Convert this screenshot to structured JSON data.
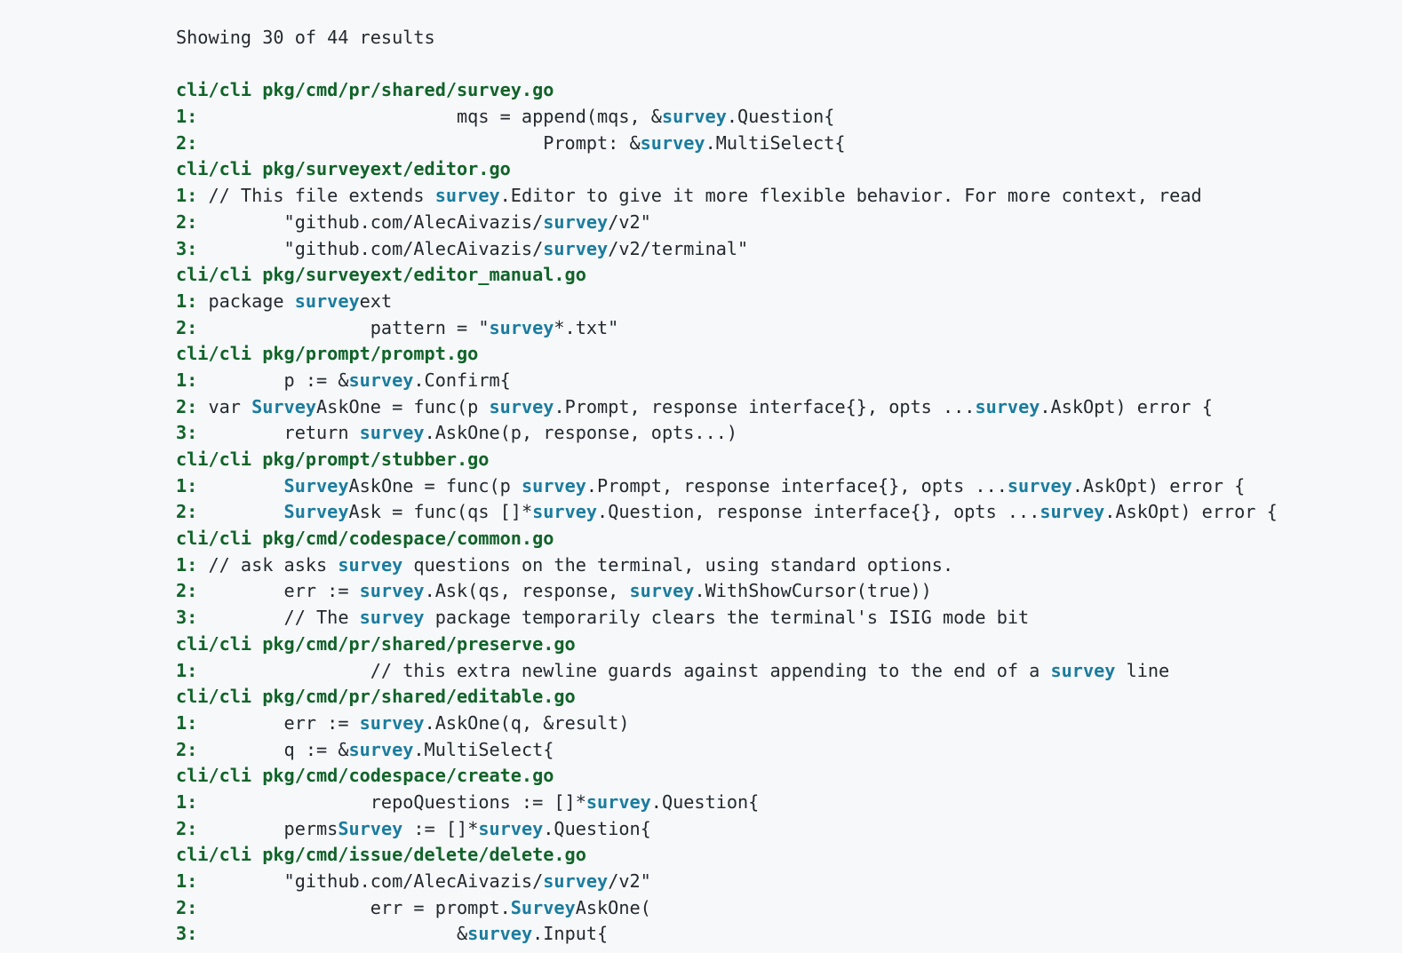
{
  "summary": "Showing 30 of 44 results",
  "colors": {
    "background": "#f6f8fa",
    "file_path": "#116329",
    "line_number": "#116329",
    "highlight": "#1b7c9e",
    "text": "#24292f"
  },
  "results": [
    {
      "path": "cli/cli pkg/cmd/pr/shared/survey.go",
      "lines": [
        {
          "num": "1:",
          "segs": [
            [
              "\t\t\tmqs = append(mqs, &",
              0
            ],
            [
              "survey",
              1
            ],
            [
              ".Question{",
              0
            ]
          ]
        },
        {
          "num": "2:",
          "segs": [
            [
              "\t\t\t\tPrompt: &",
              0
            ],
            [
              "survey",
              1
            ],
            [
              ".MultiSelect{",
              0
            ]
          ]
        }
      ]
    },
    {
      "path": "cli/cli pkg/surveyext/editor.go",
      "lines": [
        {
          "num": "1:",
          "segs": [
            [
              " // This file extends ",
              0
            ],
            [
              "survey",
              1
            ],
            [
              ".Editor to give it more flexible behavior. For more context, read",
              0
            ]
          ]
        },
        {
          "num": "2:",
          "segs": [
            [
              "\t\"github.com/AlecAivazis/",
              0
            ],
            [
              "survey",
              1
            ],
            [
              "/v2\"",
              0
            ]
          ]
        },
        {
          "num": "3:",
          "segs": [
            [
              "\t\"github.com/AlecAivazis/",
              0
            ],
            [
              "survey",
              1
            ],
            [
              "/v2/terminal\"",
              0
            ]
          ]
        }
      ]
    },
    {
      "path": "cli/cli pkg/surveyext/editor_manual.go",
      "lines": [
        {
          "num": "1:",
          "segs": [
            [
              " package ",
              0
            ],
            [
              "survey",
              1
            ],
            [
              "ext",
              0
            ]
          ]
        },
        {
          "num": "2:",
          "segs": [
            [
              "\t\tpattern = \"",
              0
            ],
            [
              "survey",
              1
            ],
            [
              "*.txt\"",
              0
            ]
          ]
        }
      ]
    },
    {
      "path": "cli/cli pkg/prompt/prompt.go",
      "lines": [
        {
          "num": "1:",
          "segs": [
            [
              "\tp := &",
              0
            ],
            [
              "survey",
              1
            ],
            [
              ".Confirm{",
              0
            ]
          ]
        },
        {
          "num": "2:",
          "segs": [
            [
              " var ",
              0
            ],
            [
              "Survey",
              1
            ],
            [
              "AskOne = func(p ",
              0
            ],
            [
              "survey",
              1
            ],
            [
              ".Prompt, response interface{}, opts ...",
              0
            ],
            [
              "survey",
              1
            ],
            [
              ".AskOpt) error {",
              0
            ]
          ]
        },
        {
          "num": "3:",
          "segs": [
            [
              "\treturn ",
              0
            ],
            [
              "survey",
              1
            ],
            [
              ".AskOne(p, response, opts...)",
              0
            ]
          ]
        }
      ]
    },
    {
      "path": "cli/cli pkg/prompt/stubber.go",
      "lines": [
        {
          "num": "1:",
          "segs": [
            [
              "\t",
              0
            ],
            [
              "Survey",
              1
            ],
            [
              "AskOne = func(p ",
              0
            ],
            [
              "survey",
              1
            ],
            [
              ".Prompt, response interface{}, opts ...",
              0
            ],
            [
              "survey",
              1
            ],
            [
              ".AskOpt) error {",
              0
            ]
          ]
        },
        {
          "num": "2:",
          "segs": [
            [
              "\t",
              0
            ],
            [
              "Survey",
              1
            ],
            [
              "Ask = func(qs []*",
              0
            ],
            [
              "survey",
              1
            ],
            [
              ".Question, response interface{}, opts ...",
              0
            ],
            [
              "survey",
              1
            ],
            [
              ".AskOpt) error {",
              0
            ]
          ]
        }
      ]
    },
    {
      "path": "cli/cli pkg/cmd/codespace/common.go",
      "lines": [
        {
          "num": "1:",
          "segs": [
            [
              " // ask asks ",
              0
            ],
            [
              "survey",
              1
            ],
            [
              " questions on the terminal, using standard options.",
              0
            ]
          ]
        },
        {
          "num": "2:",
          "segs": [
            [
              "\terr := ",
              0
            ],
            [
              "survey",
              1
            ],
            [
              ".Ask(qs, response, ",
              0
            ],
            [
              "survey",
              1
            ],
            [
              ".WithShowCursor(true))",
              0
            ]
          ]
        },
        {
          "num": "3:",
          "segs": [
            [
              "\t// The ",
              0
            ],
            [
              "survey",
              1
            ],
            [
              " package temporarily clears the terminal's ISIG mode bit",
              0
            ]
          ]
        }
      ]
    },
    {
      "path": "cli/cli pkg/cmd/pr/shared/preserve.go",
      "lines": [
        {
          "num": "1:",
          "segs": [
            [
              "\t\t// this extra newline guards against appending to the end of a ",
              0
            ],
            [
              "survey",
              1
            ],
            [
              " line",
              0
            ]
          ]
        }
      ]
    },
    {
      "path": "cli/cli pkg/cmd/pr/shared/editable.go",
      "lines": [
        {
          "num": "1:",
          "segs": [
            [
              "\terr := ",
              0
            ],
            [
              "survey",
              1
            ],
            [
              ".AskOne(q, &result)",
              0
            ]
          ]
        },
        {
          "num": "2:",
          "segs": [
            [
              "\tq := &",
              0
            ],
            [
              "survey",
              1
            ],
            [
              ".MultiSelect{",
              0
            ]
          ]
        }
      ]
    },
    {
      "path": "cli/cli pkg/cmd/codespace/create.go",
      "lines": [
        {
          "num": "1:",
          "segs": [
            [
              "\t\trepoQuestions := []*",
              0
            ],
            [
              "survey",
              1
            ],
            [
              ".Question{",
              0
            ]
          ]
        },
        {
          "num": "2:",
          "segs": [
            [
              "\tperms",
              0
            ],
            [
              "Survey",
              1
            ],
            [
              " := []*",
              0
            ],
            [
              "survey",
              1
            ],
            [
              ".Question{",
              0
            ]
          ]
        }
      ]
    },
    {
      "path": "cli/cli pkg/cmd/issue/delete/delete.go",
      "lines": [
        {
          "num": "1:",
          "segs": [
            [
              "\t\"github.com/AlecAivazis/",
              0
            ],
            [
              "survey",
              1
            ],
            [
              "/v2\"",
              0
            ]
          ]
        },
        {
          "num": "2:",
          "segs": [
            [
              "\t\terr = prompt.",
              0
            ],
            [
              "Survey",
              1
            ],
            [
              "AskOne(",
              0
            ]
          ]
        },
        {
          "num": "3:",
          "segs": [
            [
              "\t\t\t&",
              0
            ],
            [
              "survey",
              1
            ],
            [
              ".Input{",
              0
            ]
          ]
        }
      ]
    }
  ]
}
